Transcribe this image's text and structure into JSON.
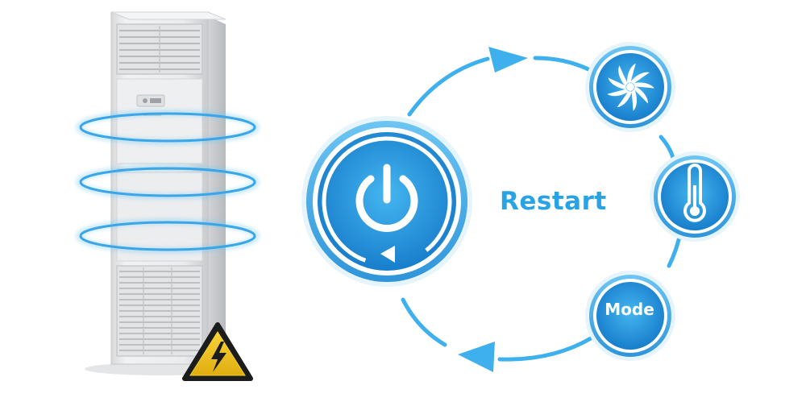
{
  "labels": {
    "restart": "Restart",
    "mode": "Mode"
  },
  "icons": {
    "unit": "floor-standing-air-conditioner",
    "warning": "electric-hazard-warning-icon",
    "power": "power-icon",
    "fan": "fan-icon",
    "temperature": "thermometer-icon"
  },
  "colors": {
    "accent": "#2aa3e4",
    "accent_dark": "#1a7fd0",
    "warning_yellow": "#f2c318",
    "unit_body": "#e9eaeb"
  }
}
